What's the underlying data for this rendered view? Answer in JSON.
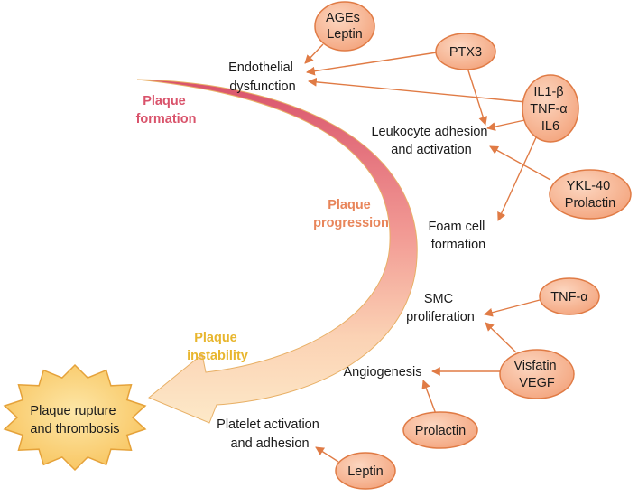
{
  "stages": {
    "formation": [
      "Plaque",
      "formation"
    ],
    "progression": [
      "Plaque",
      "progression"
    ],
    "instability": [
      "Plaque",
      "instability"
    ]
  },
  "outcome": [
    "Plaque rupture",
    "and thrombosis"
  ],
  "events": {
    "endothelial": [
      "Endothelial",
      "dysfunction"
    ],
    "leukocyte": [
      "Leukocyte adhesion",
      "and activation"
    ],
    "foam": [
      "Foam cell",
      "formation"
    ],
    "smc": [
      "SMC",
      "proliferation"
    ],
    "angio": [
      "Angiogenesis"
    ],
    "platelet": [
      "Platelet activation",
      "and adhesion"
    ]
  },
  "factors": {
    "ages": [
      "AGEs",
      "Leptin"
    ],
    "ptx3": [
      "PTX3"
    ],
    "il": [
      "IL1-β",
      "TNF-α",
      "IL6"
    ],
    "ykl": [
      "YKL-40",
      "Prolactin"
    ],
    "tnf": [
      "TNF-α"
    ],
    "visfatin": [
      "Visfatin",
      "VEGF"
    ],
    "prolactin": [
      "Prolactin"
    ],
    "leptin": [
      "Leptin"
    ]
  },
  "colors": {
    "formation": "#d9536b",
    "progression": "#e8855a",
    "instability": "#e8b62e",
    "arrow": "#e07b45",
    "oval_fill": "#f6b592",
    "oval_stroke": "#e07b45",
    "burst_fill": "#fbd07a",
    "burst_stroke": "#e5a23a"
  }
}
